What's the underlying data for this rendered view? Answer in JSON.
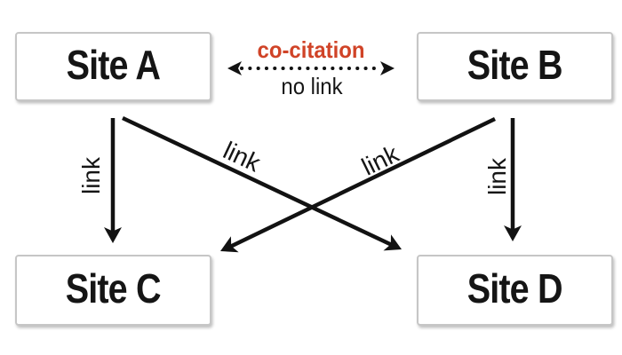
{
  "diagram": {
    "nodes": [
      {
        "id": "site-a",
        "label": "Site A"
      },
      {
        "id": "site-b",
        "label": "Site B"
      },
      {
        "id": "site-c",
        "label": "Site C"
      },
      {
        "id": "site-d",
        "label": "Site D"
      }
    ],
    "edges": {
      "co_citation": {
        "from": "site-a",
        "to": "site-b",
        "label": "co-citation",
        "sublabel": "no link",
        "style": "dotted",
        "direction": "bidirectional"
      },
      "a_to_c": {
        "from": "site-a",
        "to": "site-c",
        "label": "link",
        "style": "solid"
      },
      "a_to_d": {
        "from": "site-a",
        "to": "site-d",
        "label": "link",
        "style": "solid"
      },
      "b_to_c": {
        "from": "site-b",
        "to": "site-c",
        "label": "link",
        "style": "solid"
      },
      "b_to_d": {
        "from": "site-b",
        "to": "site-d",
        "label": "link",
        "style": "solid"
      }
    },
    "colors": {
      "background": "#ffffff",
      "line": "#121212",
      "accent": "#d04327",
      "box_border": "#c6c6c6",
      "box_fill": "#ffffff",
      "text": "#151515"
    }
  }
}
